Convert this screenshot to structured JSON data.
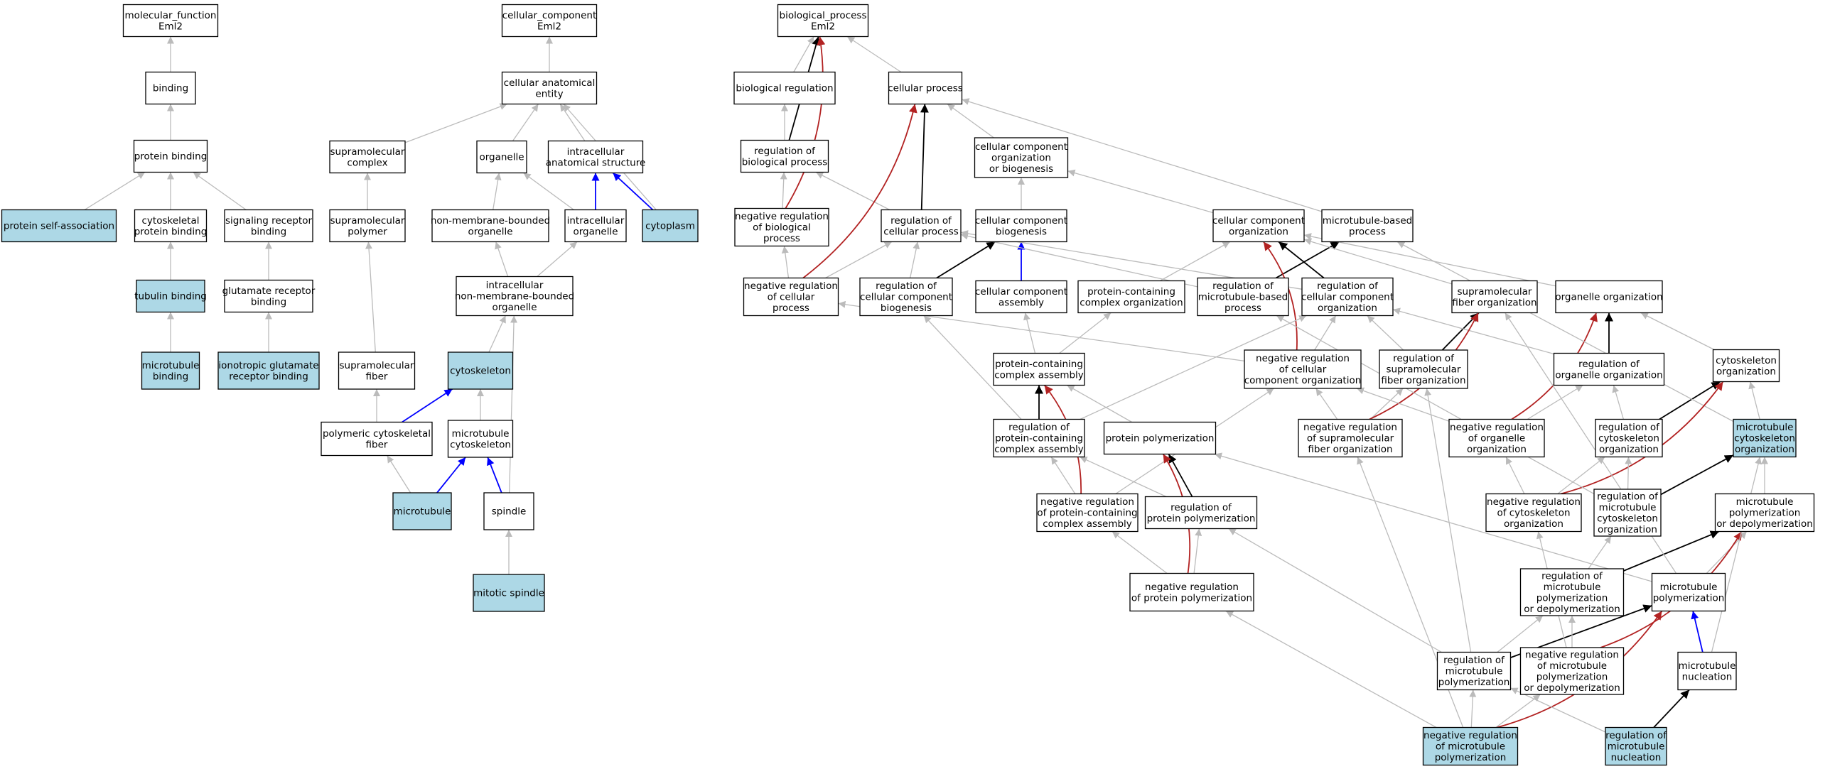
{
  "colors": {
    "highlight_fill": "#add8e6",
    "default_fill": "#ffffff",
    "is_a": "#bbbbbb",
    "part_of": "#0000ff",
    "regulates": "#000000",
    "negatively_regulates": "#b22222"
  },
  "nodes": {
    "mf_root": [
      "molecular_function",
      "Eml2"
    ],
    "binding": [
      "binding"
    ],
    "protein_binding": [
      "protein binding"
    ],
    "protein_self_association": [
      "protein self-association"
    ],
    "cytoskeletal_protein_binding": [
      "cytoskeletal",
      "protein binding"
    ],
    "signaling_receptor_binding": [
      "signaling receptor",
      "binding"
    ],
    "tubulin_binding": [
      "tubulin binding"
    ],
    "glutamate_receptor_binding": [
      "glutamate receptor",
      "binding"
    ],
    "microtubule_binding": [
      "microtubule",
      "binding"
    ],
    "ionotropic_glutamate_receptor_binding": [
      "ionotropic glutamate",
      "receptor binding"
    ],
    "cc_root": [
      "cellular_component",
      "Eml2"
    ],
    "cellular_anatomical_entity": [
      "cellular anatomical",
      "entity"
    ],
    "supramolecular_complex": [
      "supramolecular",
      "complex"
    ],
    "organelle": [
      "organelle"
    ],
    "intracellular_anatomical_structure": [
      "intracellular",
      "anatomical structure"
    ],
    "supramolecular_polymer": [
      "supramolecular",
      "polymer"
    ],
    "non_membrane_bounded_organelle": [
      "non-membrane-bounded",
      "organelle"
    ],
    "intracellular_organelle": [
      "intracellular",
      "organelle"
    ],
    "cytoplasm": [
      "cytoplasm"
    ],
    "intracellular_nmb_organelle": [
      "intracellular",
      "non-membrane-bounded",
      "organelle"
    ],
    "supramolecular_fiber": [
      "supramolecular",
      "fiber"
    ],
    "cytoskeleton": [
      "cytoskeleton"
    ],
    "polymeric_cytoskeletal_fiber": [
      "polymeric cytoskeletal",
      "fiber"
    ],
    "microtubule_cytoskeleton": [
      "microtubule",
      "cytoskeleton"
    ],
    "microtubule": [
      "microtubule"
    ],
    "spindle": [
      "spindle"
    ],
    "mitotic_spindle": [
      "mitotic spindle"
    ],
    "bp_root": [
      "biological_process",
      "Eml2"
    ],
    "biological_regulation": [
      "biological regulation"
    ],
    "cellular_process": [
      "cellular process"
    ],
    "regulation_of_biological_process": [
      "regulation of",
      "biological process"
    ],
    "cc_org_or_biogenesis": [
      "cellular component",
      "organization",
      "or biogenesis"
    ],
    "neg_reg_biological_process": [
      "negative regulation",
      "of biological",
      "process"
    ],
    "regulation_of_cellular_process": [
      "regulation of",
      "cellular process"
    ],
    "cc_biogenesis": [
      "cellular component",
      "biogenesis"
    ],
    "cc_organization": [
      "cellular component",
      "organization"
    ],
    "microtubule_based_process": [
      "microtubule-based",
      "process"
    ],
    "neg_reg_cellular_process": [
      "negative regulation",
      "of cellular",
      "process"
    ],
    "reg_cc_biogenesis": [
      "regulation of",
      "cellular component",
      "biogenesis"
    ],
    "cc_assembly": [
      "cellular component",
      "assembly"
    ],
    "pc_complex_organization": [
      "protein-containing",
      "complex organization"
    ],
    "reg_microtubule_based_process": [
      "regulation of",
      "microtubule-based",
      "process"
    ],
    "reg_cc_organization": [
      "regulation of",
      "cellular component",
      "organization"
    ],
    "supramolecular_fiber_organization": [
      "supramolecular",
      "fiber organization"
    ],
    "organelle_organization": [
      "organelle organization"
    ],
    "pc_complex_assembly": [
      "protein-containing",
      "complex assembly"
    ],
    "neg_reg_cc_organization": [
      "negative regulation",
      "of cellular",
      "component organization"
    ],
    "reg_supramolecular_fiber_org": [
      "regulation of",
      "supramolecular",
      "fiber organization"
    ],
    "reg_organelle_organization": [
      "regulation of",
      "organelle organization"
    ],
    "cytoskeleton_organization": [
      "cytoskeleton",
      "organization"
    ],
    "reg_pc_complex_assembly": [
      "regulation of",
      "protein-containing",
      "complex assembly"
    ],
    "protein_polymerization": [
      "protein polymerization"
    ],
    "neg_reg_supramolecular_fiber_org": [
      "negative regulation",
      "of supramolecular",
      "fiber organization"
    ],
    "neg_reg_organelle_organization": [
      "negative regulation",
      "of organelle",
      "organization"
    ],
    "reg_cytoskeleton_organization": [
      "regulation of",
      "cytoskeleton",
      "organization"
    ],
    "microtubule_cytoskeleton_organization": [
      "microtubule",
      "cytoskeleton",
      "organization"
    ],
    "neg_reg_pc_complex_assembly": [
      "negative regulation",
      "of protein-containing",
      "complex assembly"
    ],
    "reg_protein_polymerization": [
      "regulation of",
      "protein polymerization"
    ],
    "neg_reg_cytoskeleton_organization": [
      "negative regulation",
      "of cytoskeleton",
      "organization"
    ],
    "reg_microtubule_cytoskeleton_org": [
      "regulation of",
      "microtubule",
      "cytoskeleton",
      "organization"
    ],
    "mt_polymerization_or_depolymerization": [
      "microtubule",
      "polymerization",
      "or depolymerization"
    ],
    "neg_reg_protein_polymerization": [
      "negative regulation",
      "of protein polymerization"
    ],
    "reg_mt_polym_or_depolym": [
      "regulation of",
      "microtubule",
      "polymerization",
      "or depolymerization"
    ],
    "microtubule_polymerization": [
      "microtubule",
      "polymerization"
    ],
    "reg_microtubule_polymerization": [
      "regulation of",
      "microtubule",
      "polymerization"
    ],
    "neg_reg_mt_polym_or_depolym": [
      "negative regulation",
      "of microtubule",
      "polymerization",
      "or depolymerization"
    ],
    "microtubule_nucleation": [
      "microtubule",
      "nucleation"
    ],
    "neg_reg_microtubule_polymerization": [
      "negative regulation",
      "of microtubule",
      "polymerization"
    ],
    "reg_microtubule_nucleation": [
      "regulation of",
      "microtubule",
      "nucleation"
    ]
  },
  "highlighted": [
    "protein_self_association",
    "tubulin_binding",
    "microtubule_binding",
    "ionotropic_glutamate_receptor_binding",
    "cytoplasm",
    "cytoskeleton",
    "microtubule",
    "mitotic_spindle",
    "microtubule_cytoskeleton_organization",
    "neg_reg_microtubule_polymerization",
    "reg_microtubule_nucleation"
  ],
  "edges": [
    [
      "binding",
      "mf_root",
      "is_a"
    ],
    [
      "protein_binding",
      "binding",
      "is_a"
    ],
    [
      "protein_self_association",
      "protein_binding",
      "is_a"
    ],
    [
      "cytoskeletal_protein_binding",
      "protein_binding",
      "is_a"
    ],
    [
      "signaling_receptor_binding",
      "protein_binding",
      "is_a"
    ],
    [
      "tubulin_binding",
      "cytoskeletal_protein_binding",
      "is_a"
    ],
    [
      "glutamate_receptor_binding",
      "signaling_receptor_binding",
      "is_a"
    ],
    [
      "microtubule_binding",
      "tubulin_binding",
      "is_a"
    ],
    [
      "ionotropic_glutamate_receptor_binding",
      "glutamate_receptor_binding",
      "is_a"
    ],
    [
      "cellular_anatomical_entity",
      "cc_root",
      "is_a"
    ],
    [
      "supramolecular_complex",
      "cellular_anatomical_entity",
      "is_a"
    ],
    [
      "organelle",
      "cellular_anatomical_entity",
      "is_a"
    ],
    [
      "intracellular_anatomical_structure",
      "cellular_anatomical_entity",
      "is_a"
    ],
    [
      "cytoplasm",
      "cellular_anatomical_entity",
      "is_a"
    ],
    [
      "supramolecular_polymer",
      "supramolecular_complex",
      "is_a"
    ],
    [
      "non_membrane_bounded_organelle",
      "organelle",
      "is_a"
    ],
    [
      "intracellular_organelle",
      "organelle",
      "is_a"
    ],
    [
      "intracellular_organelle",
      "intracellular_anatomical_structure",
      "part_of"
    ],
    [
      "cytoplasm",
      "intracellular_anatomical_structure",
      "part_of"
    ],
    [
      "intracellular_nmb_organelle",
      "non_membrane_bounded_organelle",
      "is_a"
    ],
    [
      "intracellular_nmb_organelle",
      "intracellular_organelle",
      "is_a"
    ],
    [
      "supramolecular_fiber",
      "supramolecular_polymer",
      "is_a"
    ],
    [
      "cytoskeleton",
      "intracellular_nmb_organelle",
      "is_a"
    ],
    [
      "polymeric_cytoskeletal_fiber",
      "supramolecular_fiber",
      "is_a"
    ],
    [
      "polymeric_cytoskeletal_fiber",
      "cytoskeleton",
      "part_of"
    ],
    [
      "microtubule_cytoskeleton",
      "cytoskeleton",
      "is_a"
    ],
    [
      "microtubule",
      "polymeric_cytoskeletal_fiber",
      "is_a"
    ],
    [
      "microtubule",
      "microtubule_cytoskeleton",
      "part_of"
    ],
    [
      "spindle",
      "microtubule_cytoskeleton",
      "part_of"
    ],
    [
      "spindle",
      "intracellular_nmb_organelle",
      "is_a"
    ],
    [
      "mitotic_spindle",
      "spindle",
      "is_a"
    ],
    [
      "biological_regulation",
      "bp_root",
      "is_a"
    ],
    [
      "cellular_process",
      "bp_root",
      "is_a"
    ],
    [
      "regulation_of_biological_process",
      "biological_regulation",
      "is_a"
    ],
    [
      "regulation_of_biological_process",
      "bp_root",
      "regulates"
    ],
    [
      "neg_reg_biological_process",
      "regulation_of_biological_process",
      "is_a"
    ],
    [
      "neg_reg_biological_process",
      "bp_root",
      "negatively_regulates"
    ],
    [
      "cc_org_or_biogenesis",
      "cellular_process",
      "is_a"
    ],
    [
      "regulation_of_cellular_process",
      "regulation_of_biological_process",
      "is_a"
    ],
    [
      "regulation_of_cellular_process",
      "cellular_process",
      "regulates"
    ],
    [
      "microtubule_based_process",
      "cellular_process",
      "is_a"
    ],
    [
      "cc_biogenesis",
      "cc_org_or_biogenesis",
      "is_a"
    ],
    [
      "cc_organization",
      "cc_org_or_biogenesis",
      "is_a"
    ],
    [
      "neg_reg_cellular_process",
      "neg_reg_biological_process",
      "is_a"
    ],
    [
      "neg_reg_cellular_process",
      "regulation_of_cellular_process",
      "is_a"
    ],
    [
      "neg_reg_cellular_process",
      "cellular_process",
      "negatively_regulates"
    ],
    [
      "reg_cc_biogenesis",
      "regulation_of_cellular_process",
      "is_a"
    ],
    [
      "reg_cc_biogenesis",
      "cc_biogenesis",
      "regulates"
    ],
    [
      "cc_assembly",
      "cc_biogenesis",
      "part_of"
    ],
    [
      "pc_complex_organization",
      "cc_organization",
      "is_a"
    ],
    [
      "reg_microtubule_based_process",
      "regulation_of_cellular_process",
      "is_a"
    ],
    [
      "reg_microtubule_based_process",
      "microtubule_based_process",
      "regulates"
    ],
    [
      "reg_cc_organization",
      "regulation_of_cellular_process",
      "is_a"
    ],
    [
      "reg_cc_organization",
      "cc_organization",
      "regulates"
    ],
    [
      "supramolecular_fiber_organization",
      "cc_organization",
      "is_a"
    ],
    [
      "organelle_organization",
      "cc_organization",
      "is_a"
    ],
    [
      "pc_complex_assembly",
      "cc_assembly",
      "is_a"
    ],
    [
      "pc_complex_assembly",
      "pc_complex_organization",
      "is_a"
    ],
    [
      "neg_reg_cc_organization",
      "reg_cc_organization",
      "is_a"
    ],
    [
      "neg_reg_cc_organization",
      "neg_reg_cellular_process",
      "is_a"
    ],
    [
      "neg_reg_cc_organization",
      "cc_organization",
      "negatively_regulates"
    ],
    [
      "reg_supramolecular_fiber_org",
      "reg_cc_organization",
      "is_a"
    ],
    [
      "reg_supramolecular_fiber_org",
      "supramolecular_fiber_organization",
      "regulates"
    ],
    [
      "reg_organelle_organization",
      "reg_cc_organization",
      "is_a"
    ],
    [
      "reg_organelle_organization",
      "organelle_organization",
      "regulates"
    ],
    [
      "cytoskeleton_organization",
      "organelle_organization",
      "is_a"
    ],
    [
      "reg_pc_complex_assembly",
      "reg_cc_biogenesis",
      "is_a"
    ],
    [
      "reg_pc_complex_assembly",
      "pc_complex_assembly",
      "regulates"
    ],
    [
      "reg_pc_complex_assembly",
      "reg_cc_organization",
      "is_a"
    ],
    [
      "protein_polymerization",
      "pc_complex_assembly",
      "is_a"
    ],
    [
      "neg_reg_supramolecular_fiber_org",
      "reg_supramolecular_fiber_org",
      "is_a"
    ],
    [
      "neg_reg_supramolecular_fiber_org",
      "neg_reg_cc_organization",
      "is_a"
    ],
    [
      "neg_reg_supramolecular_fiber_org",
      "supramolecular_fiber_organization",
      "negatively_regulates"
    ],
    [
      "neg_reg_organelle_organization",
      "reg_organelle_organization",
      "is_a"
    ],
    [
      "neg_reg_organelle_organization",
      "neg_reg_cc_organization",
      "is_a"
    ],
    [
      "neg_reg_organelle_organization",
      "organelle_organization",
      "negatively_regulates"
    ],
    [
      "reg_cytoskeleton_organization",
      "reg_organelle_organization",
      "is_a"
    ],
    [
      "reg_cytoskeleton_organization",
      "cytoskeleton_organization",
      "regulates"
    ],
    [
      "microtubule_cytoskeleton_organization",
      "cytoskeleton_organization",
      "is_a"
    ],
    [
      "microtubule_cytoskeleton_organization",
      "microtubule_based_process",
      "is_a"
    ],
    [
      "neg_reg_pc_complex_assembly",
      "reg_pc_complex_assembly",
      "is_a"
    ],
    [
      "neg_reg_pc_complex_assembly",
      "pc_complex_assembly",
      "negatively_regulates"
    ],
    [
      "neg_reg_pc_complex_assembly",
      "neg_reg_cc_organization",
      "is_a"
    ],
    [
      "reg_protein_polymerization",
      "reg_pc_complex_assembly",
      "is_a"
    ],
    [
      "reg_protein_polymerization",
      "protein_polymerization",
      "regulates"
    ],
    [
      "neg_reg_cytoskeleton_organization",
      "reg_cytoskeleton_organization",
      "is_a"
    ],
    [
      "neg_reg_cytoskeleton_organization",
      "neg_reg_organelle_organization",
      "is_a"
    ],
    [
      "neg_reg_cytoskeleton_organization",
      "cytoskeleton_organization",
      "negatively_regulates"
    ],
    [
      "reg_microtubule_cytoskeleton_org",
      "reg_cytoskeleton_organization",
      "is_a"
    ],
    [
      "reg_microtubule_cytoskeleton_org",
      "microtubule_cytoskeleton_organization",
      "regulates"
    ],
    [
      "reg_microtubule_cytoskeleton_org",
      "reg_microtubule_based_process",
      "is_a"
    ],
    [
      "mt_polymerization_or_depolymerization",
      "microtubule_cytoskeleton_organization",
      "is_a"
    ],
    [
      "neg_reg_protein_polymerization",
      "reg_protein_polymerization",
      "is_a"
    ],
    [
      "neg_reg_protein_polymerization",
      "neg_reg_pc_complex_assembly",
      "is_a"
    ],
    [
      "neg_reg_protein_polymerization",
      "protein_polymerization",
      "negatively_regulates"
    ],
    [
      "reg_mt_polym_or_depolym",
      "reg_microtubule_cytoskeleton_org",
      "is_a"
    ],
    [
      "reg_mt_polym_or_depolym",
      "mt_polymerization_or_depolymerization",
      "regulates"
    ],
    [
      "microtubule_polymerization",
      "mt_polymerization_or_depolymerization",
      "is_a"
    ],
    [
      "microtubule_polymerization",
      "protein_polymerization",
      "is_a"
    ],
    [
      "microtubule_polymerization",
      "supramolecular_fiber_organization",
      "is_a"
    ],
    [
      "reg_microtubule_polymerization",
      "reg_mt_polym_or_depolym",
      "is_a"
    ],
    [
      "reg_microtubule_polymerization",
      "microtubule_polymerization",
      "regulates"
    ],
    [
      "reg_microtubule_polymerization",
      "reg_protein_polymerization",
      "is_a"
    ],
    [
      "reg_microtubule_polymerization",
      "reg_supramolecular_fiber_org",
      "is_a"
    ],
    [
      "neg_reg_mt_polym_or_depolym",
      "reg_mt_polym_or_depolym",
      "is_a"
    ],
    [
      "neg_reg_mt_polym_or_depolym",
      "neg_reg_cytoskeleton_organization",
      "is_a"
    ],
    [
      "neg_reg_mt_polym_or_depolym",
      "mt_polymerization_or_depolymerization",
      "negatively_regulates"
    ],
    [
      "microtubule_nucleation",
      "microtubule_polymerization",
      "part_of"
    ],
    [
      "microtubule_nucleation",
      "microtubule_cytoskeleton_organization",
      "is_a"
    ],
    [
      "neg_reg_microtubule_polymerization",
      "reg_microtubule_polymerization",
      "is_a"
    ],
    [
      "neg_reg_microtubule_polymerization",
      "neg_reg_mt_polym_or_depolym",
      "is_a"
    ],
    [
      "neg_reg_microtubule_polymerization",
      "neg_reg_protein_polymerization",
      "is_a"
    ],
    [
      "neg_reg_microtubule_polymerization",
      "neg_reg_supramolecular_fiber_org",
      "is_a"
    ],
    [
      "neg_reg_microtubule_polymerization",
      "microtubule_polymerization",
      "negatively_regulates"
    ],
    [
      "reg_microtubule_nucleation",
      "reg_microtubule_polymerization",
      "is_a"
    ],
    [
      "reg_microtubule_nucleation",
      "microtubule_nucleation",
      "regulates"
    ]
  ]
}
